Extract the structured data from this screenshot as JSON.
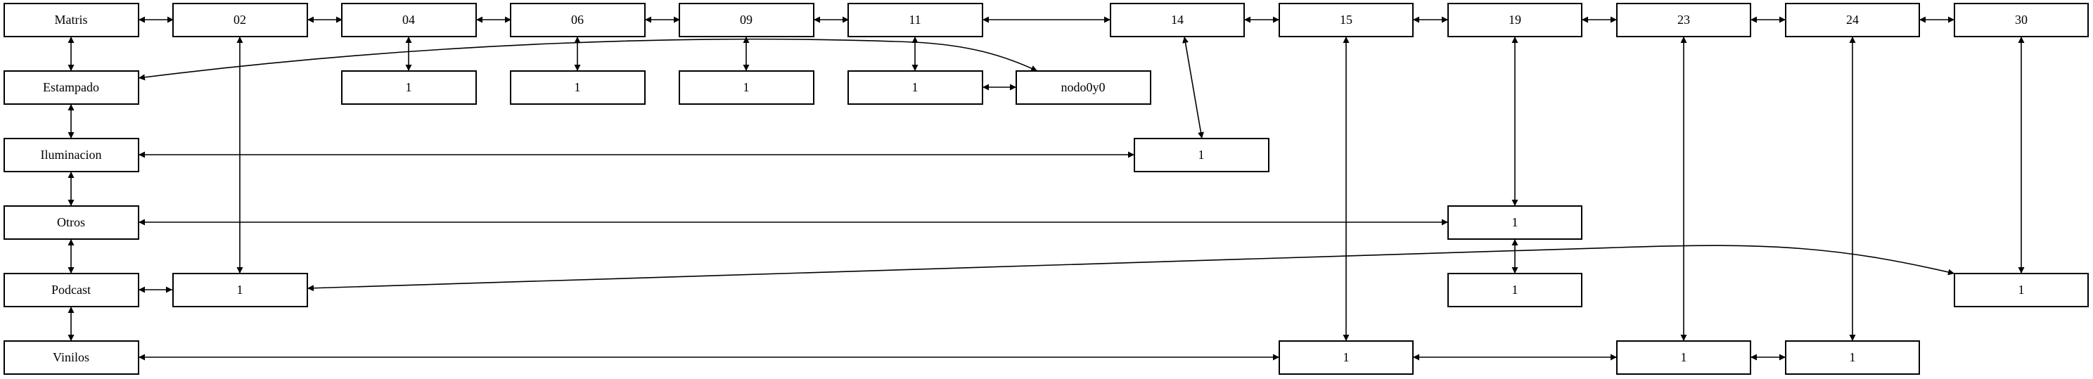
{
  "nodes": {
    "matris": "Matris",
    "estampado": "Estampado",
    "iluminacion": "Iluminacion",
    "otros": "Otros",
    "podcast": "Podcast",
    "vinilos": "Vinilos",
    "h02": "02",
    "h04": "04",
    "h06": "06",
    "h09": "09",
    "h11": "11",
    "h14": "14",
    "h15": "15",
    "h19": "19",
    "h23": "23",
    "h24": "24",
    "h30": "30",
    "c04_estampado": "1",
    "c06_estampado": "1",
    "c09_estampado": "1",
    "c11_estampado": "1",
    "nodo0y0": "nodo0y0",
    "c14_iluminacion": "1",
    "c19_otros": "1",
    "c02_podcast": "1",
    "c19_podcast": "1",
    "c30_podcast": "1",
    "c15_vinilos": "1",
    "c23_vinilos": "1",
    "c24_vinilos": "1"
  }
}
